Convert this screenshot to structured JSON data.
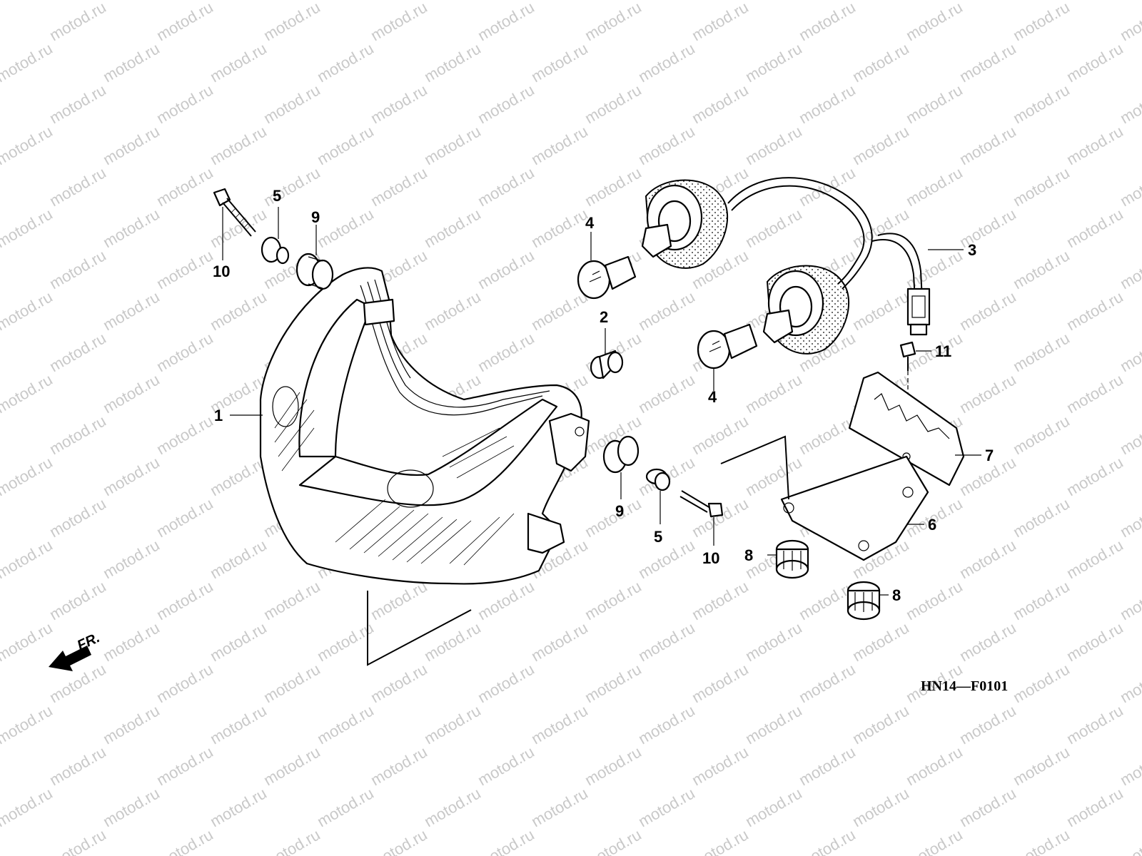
{
  "watermark": "motod.ru",
  "diagram_code": "HN14—F0101",
  "direction_label": "FR.",
  "callouts": {
    "c1": "1",
    "c2": "2",
    "c3": "3",
    "c4a": "4",
    "c4b": "4",
    "c5a": "5",
    "c5b": "5",
    "c6": "6",
    "c7": "7",
    "c8a": "8",
    "c8b": "8",
    "c9a": "9",
    "c9b": "9",
    "c10a": "10",
    "c10b": "10",
    "c11": "11"
  },
  "colors": {
    "line": "#000000",
    "watermark": "#c9c9c9",
    "background": "#ffffff"
  }
}
